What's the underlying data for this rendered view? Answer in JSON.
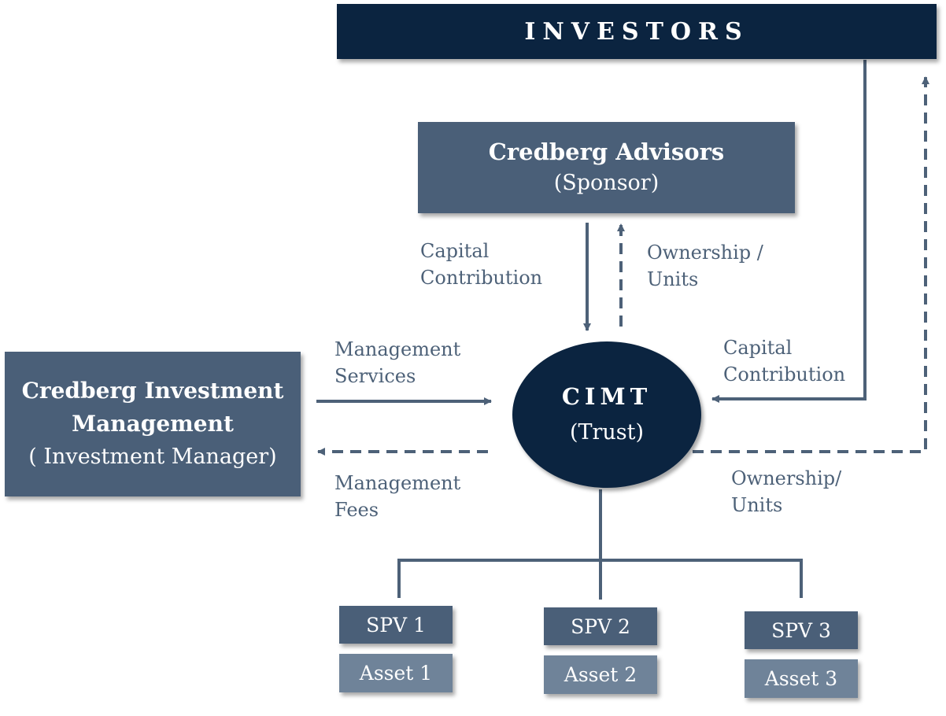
{
  "investors": {
    "title": "INVESTORS"
  },
  "sponsor": {
    "name": "Credberg Advisors",
    "role": "(Sponsor)"
  },
  "manager": {
    "name_line1": "Credberg Investment",
    "name_line2": "Management",
    "role": "( Investment Manager)"
  },
  "trust": {
    "name": "CIMT",
    "role": "(Trust)"
  },
  "flows": {
    "sponsor_capital": [
      "Capital",
      "Contribution"
    ],
    "sponsor_units": [
      "Ownership /",
      "Units"
    ],
    "investor_capital": [
      "Capital",
      "Contribution"
    ],
    "investor_units": [
      "Ownership/",
      "Units"
    ],
    "mgmt_services": [
      "Management",
      "Services"
    ],
    "mgmt_fees": [
      "Management",
      "Fees"
    ]
  },
  "spvs": [
    {
      "spv": "SPV 1",
      "asset": "Asset 1"
    },
    {
      "spv": "SPV 2",
      "asset": "Asset 2"
    },
    {
      "spv": "SPV 3",
      "asset": "Asset 3"
    }
  ],
  "colors": {
    "navy": "#0b2440",
    "slate": "#4a5f78",
    "light": "#6f8399",
    "line": "#4d6178"
  }
}
